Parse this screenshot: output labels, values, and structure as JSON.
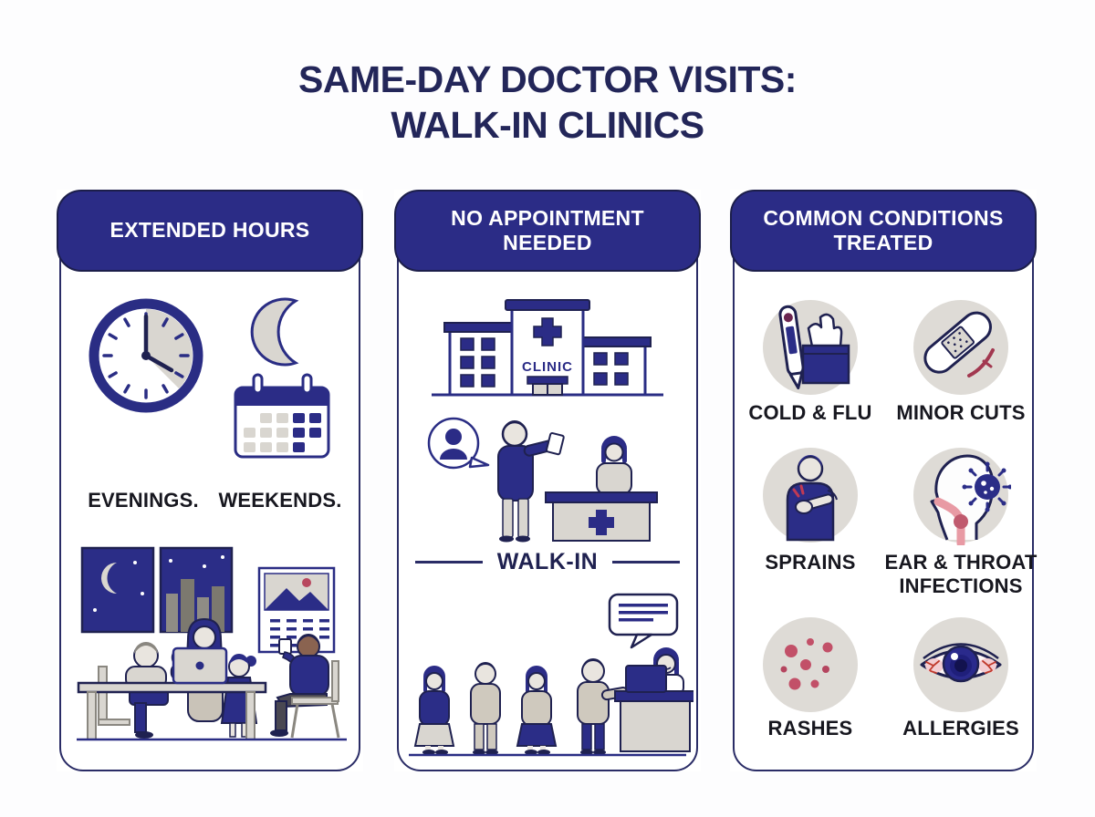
{
  "title": {
    "line1": "SAME-DAY DOCTOR VISITS:",
    "line2": "WALK-IN CLINICS"
  },
  "colors": {
    "navy": "#2b2c86",
    "dark_navy_outline": "#1f2150",
    "title_navy": "#232659",
    "light_gray_fill": "#d9d6d0",
    "circle_gray": "#dedbd6",
    "accent_red": "#b8475e",
    "white": "#ffffff"
  },
  "panels": {
    "extended_hours": {
      "header": "EXTENDED HOURS",
      "evenings_label": "EVENINGS.",
      "weekends_label": "WEEKENDS.",
      "icons": [
        "clock-icon",
        "crescent-moon-icon",
        "calendar-icon",
        "evening-family-illustration"
      ]
    },
    "no_appointment": {
      "header": "NO APPOINTMENT NEEDED",
      "clinic_sign": "CLINIC",
      "walk_in_label": "WALK-IN",
      "icons": [
        "clinic-building-icon",
        "reception-checkin-illustration",
        "waiting-queue-illustration"
      ]
    },
    "conditions": {
      "header": "COMMON CONDITIONS TREATED",
      "items": [
        {
          "label": "COLD & FLU",
          "icon": "thermometer-tissue-box-icon"
        },
        {
          "label": "MINOR CUTS",
          "icon": "adhesive-bandage-icon"
        },
        {
          "label": "SPRAINS",
          "icon": "person-holding-wrist-icon"
        },
        {
          "label": "EAR & THROAT INFECTIONS",
          "icon": "head-profile-virus-icon"
        },
        {
          "label": "RASHES",
          "icon": "rash-spots-icon"
        },
        {
          "label": "ALLERGIES",
          "icon": "irritated-eye-icon"
        }
      ]
    }
  }
}
